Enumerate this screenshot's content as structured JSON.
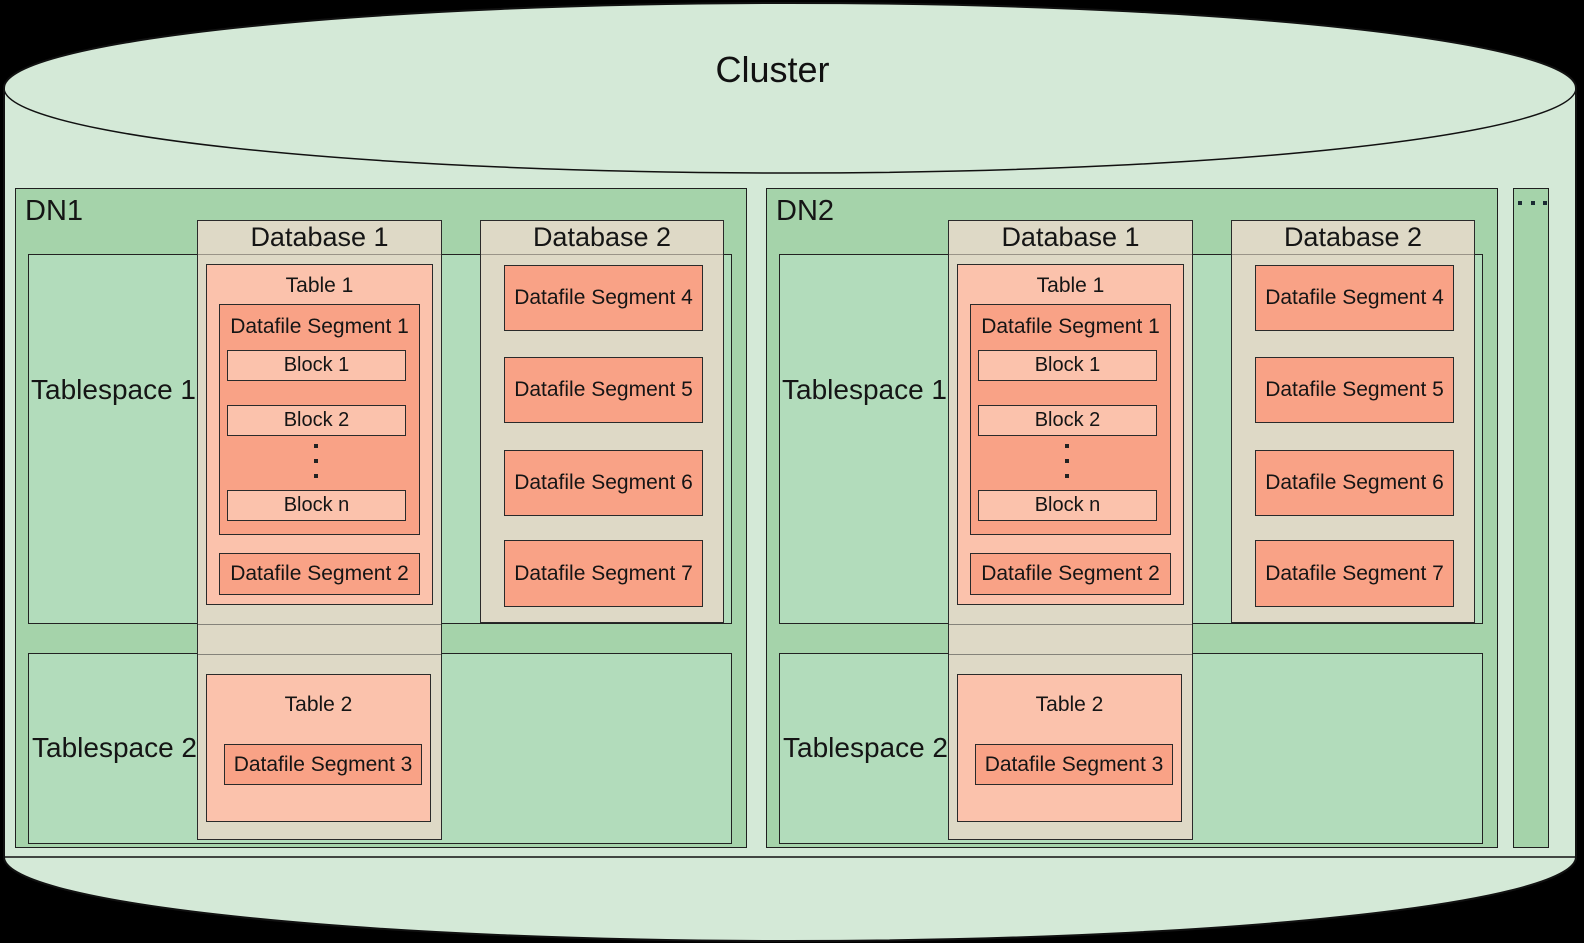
{
  "cluster": {
    "title": "Cluster"
  },
  "more_nodes_ellipsis": "...",
  "vertical_blocks_ellipsis": "...",
  "colors": {
    "cylinder": "#d4e9d7",
    "dn": "#a5d3aa",
    "tablespace": "#b2dcbb",
    "database": "#ded9c6",
    "table": "#fbc2ac",
    "segment": "#f9a286",
    "border": "#1f1f1f"
  },
  "dns": [
    {
      "label": "DN1",
      "tablespace1": {
        "label": "Tablespace 1"
      },
      "tablespace2": {
        "label": "Tablespace 2"
      },
      "database1": {
        "label": "Database 1",
        "table1": {
          "label": "Table 1",
          "segment1": {
            "label": "Datafile Segment 1",
            "blocks": [
              "Block 1",
              "Block 2",
              "Block n"
            ]
          },
          "segment2": "Datafile Segment 2"
        },
        "table2": {
          "label": "Table 2",
          "segment3": "Datafile Segment 3"
        }
      },
      "database2": {
        "label": "Database 2",
        "segments": [
          "Datafile Segment 4",
          "Datafile Segment 5",
          "Datafile Segment 6",
          "Datafile Segment 7"
        ]
      }
    },
    {
      "label": "DN2",
      "tablespace1": {
        "label": "Tablespace 1"
      },
      "tablespace2": {
        "label": "Tablespace 2"
      },
      "database1": {
        "label": "Database 1",
        "table1": {
          "label": "Table 1",
          "segment1": {
            "label": "Datafile Segment 1",
            "blocks": [
              "Block 1",
              "Block 2",
              "Block n"
            ]
          },
          "segment2": "Datafile Segment 2"
        },
        "table2": {
          "label": "Table 2",
          "segment3": "Datafile Segment 3"
        }
      },
      "database2": {
        "label": "Database 2",
        "segments": [
          "Datafile Segment 4",
          "Datafile Segment 5",
          "Datafile Segment 6",
          "Datafile Segment 7"
        ]
      }
    }
  ]
}
